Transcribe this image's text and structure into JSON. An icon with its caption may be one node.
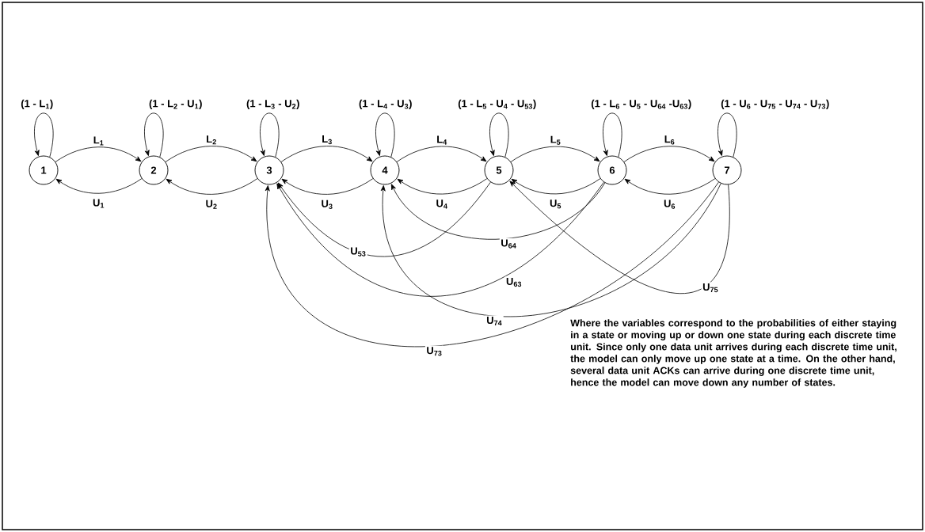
{
  "diagram": {
    "nodes": [
      {
        "text": [
          "1"
        ]
      },
      {
        "text": [
          "2"
        ]
      },
      {
        "text": [
          "3"
        ]
      },
      {
        "text": [
          "4"
        ]
      },
      {
        "text": [
          "5"
        ]
      },
      {
        "text": [
          "6"
        ]
      },
      {
        "text": [
          "7"
        ]
      }
    ],
    "edges": [
      {
        "from": 0,
        "to": 0,
        "arrow": "to",
        "label": "(1 - L$_{1}$)"
      },
      {
        "from": 1,
        "to": 1,
        "arrow": "to",
        "label": "(1 - L$_{2}$ - U$_{1}$)"
      },
      {
        "from": 2,
        "to": 2,
        "arrow": "to",
        "label": "(1 - L$_{3}$ - U$_{2}$)"
      },
      {
        "from": 3,
        "to": 3,
        "arrow": "to",
        "label": "(1 - L$_{4}$ - U$_{3}$)"
      },
      {
        "from": 4,
        "to": 4,
        "arrow": "to",
        "label": "(1 - L$_{5}$ - U$_{4}$ - U$_{53}$)"
      },
      {
        "from": 5,
        "to": 5,
        "arrow": "to",
        "label": "(1 - L$_{6}$ - U$_{5}$ - U$_{64}$ -U$_{63}$)"
      },
      {
        "from": 6,
        "to": 6,
        "arrow": "to",
        "label": "(1 - U$_{6}$ - U$_{75}$ - U$_{74}$ - U$_{73}$)"
      },
      {
        "from": 0,
        "to": 1,
        "arrow": "to",
        "label": "L$_{1}$"
      },
      {
        "from": 1,
        "to": 2,
        "arrow": "to",
        "label": "L$_{2}$"
      },
      {
        "from": 2,
        "to": 3,
        "arrow": "to",
        "label": "L$_{3}$"
      },
      {
        "from": 3,
        "to": 4,
        "arrow": "to",
        "label": "L$_{4}$"
      },
      {
        "from": 4,
        "to": 5,
        "arrow": "to",
        "label": "L$_{5}$"
      },
      {
        "from": 5,
        "to": 6,
        "arrow": "to",
        "label": "L$_{6}$"
      },
      {
        "from": 1,
        "to": 0,
        "arrow": "to",
        "label": "U$_{1}$"
      },
      {
        "from": 2,
        "to": 1,
        "arrow": "to",
        "label": "U$_{2}$"
      },
      {
        "from": 3,
        "to": 2,
        "arrow": "to",
        "label": "U$_{3}$"
      },
      {
        "from": 4,
        "to": 3,
        "arrow": "to",
        "label": "U$_{4}$"
      },
      {
        "from": 5,
        "to": 4,
        "arrow": "to",
        "label": "U$_{5}$"
      },
      {
        "from": 6,
        "to": 5,
        "arrow": "to",
        "label": "U$_{6}$"
      },
      {
        "from": 4,
        "to": 2,
        "arrow": "to",
        "label": "U$_{53}$"
      },
      {
        "from": 5,
        "to": 3,
        "arrow": "to",
        "label": "U$_{64}$"
      },
      {
        "from": 5,
        "to": 2,
        "arrow": "to",
        "label": "U$_{63}$"
      },
      {
        "from": 6,
        "to": 4,
        "arrow": "to",
        "label": "U$_{75}$"
      },
      {
        "from": 6,
        "to": 3,
        "arrow": "to",
        "label": "U$_{74}$"
      },
      {
        "from": 6,
        "to": 2,
        "arrow": "to",
        "label": "U$_{73}$"
      }
    ],
    "labels": [
      "Where the variables correspond to the probabilities of either staying in a state or moving up or down one state during each discrete time unit.  Since only one data unit arrives during each discrete time unit, the model can only move up one state at a time.  On the other hand, several data unit ACKs can arrive during one discrete time unit, hence the model can move down any number of states."
    ]
  }
}
